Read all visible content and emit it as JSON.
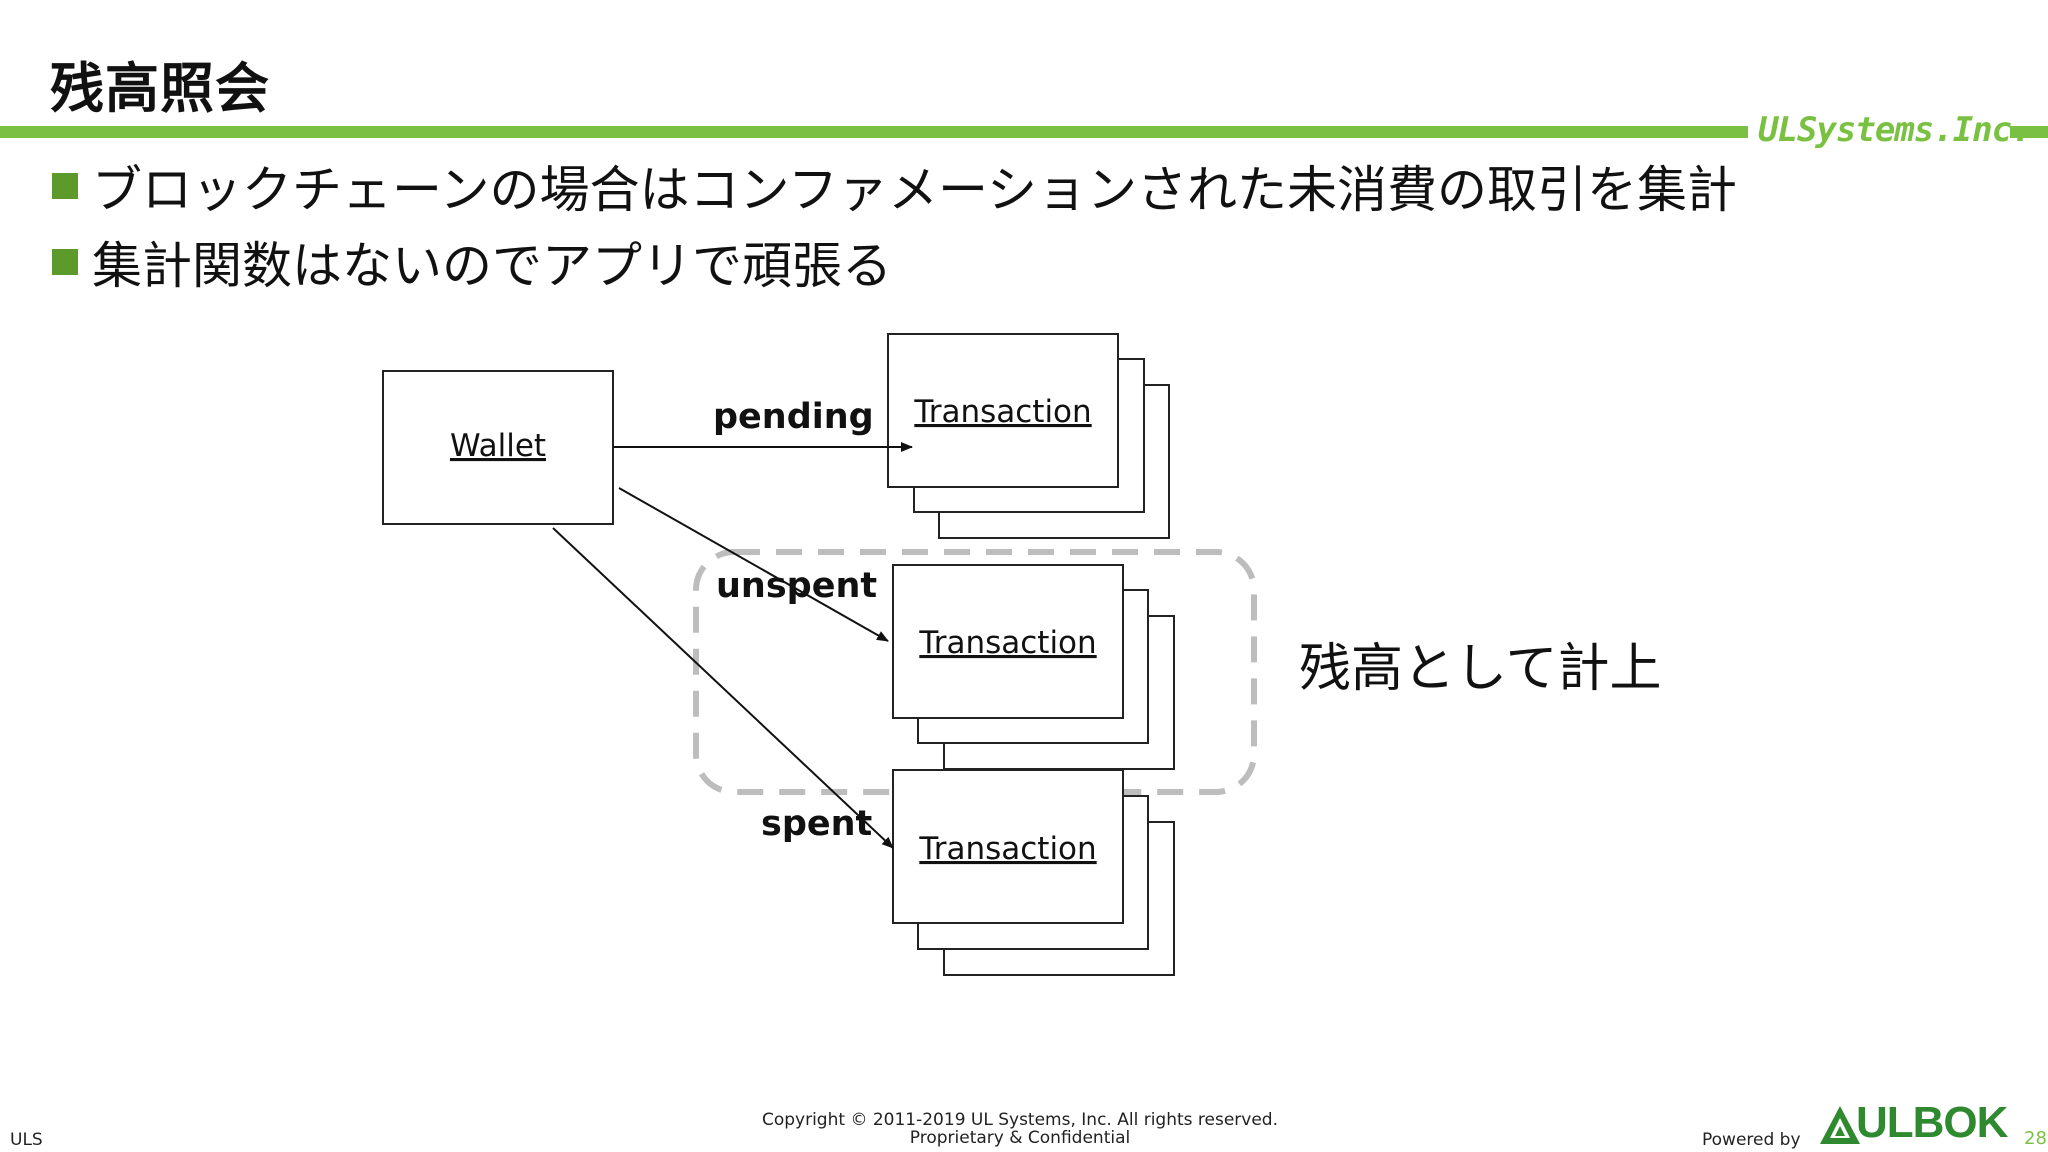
{
  "slide": {
    "title": "残高照会",
    "logo": "ULSystems.Inc.",
    "bullets": [
      "ブロックチェーンの場合はコンファメーションされた未消費の取引を集計",
      "集計関数はないのでアプリで頑張る"
    ]
  },
  "diagram": {
    "wallet_label": "Wallet",
    "transaction_label": "Transaction",
    "edges": {
      "pending": "pending",
      "unspent": "unspent",
      "spent": "spent"
    },
    "balance_note": "残高として計上"
  },
  "footer": {
    "left": "ULS",
    "copyright": "Copyright © 2011-2019 UL Systems, Inc.  All rights reserved.",
    "confidential": "Proprietary & Confidential",
    "powered_by": "Powered by",
    "brand": "ULBOK",
    "page_number": "28"
  },
  "colors": {
    "accent_green": "#7ac143",
    "bullet_green": "#5b9a2b",
    "dashed_gray": "#bdbdbd"
  }
}
